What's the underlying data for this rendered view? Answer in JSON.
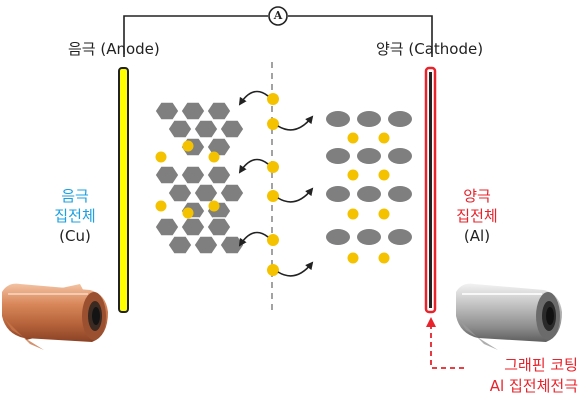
{
  "ammeter": {
    "symbol": "A"
  },
  "anode": {
    "label": "음극 (Anode)",
    "collector": {
      "line1": "음극",
      "line2": "집전체",
      "line3": "(Cu)"
    }
  },
  "cathode": {
    "label": "양극 (Cathode)",
    "collector": {
      "line1": "양극",
      "line2": "집전체",
      "line3": "(Al)"
    }
  },
  "annotation": {
    "line1": "그래핀 코팅",
    "line2": "Al 집전체전극"
  },
  "colors": {
    "anode_electrode": "#ffff00",
    "cathode_electrode": "#e8232b",
    "anode_text": "#1ba1e2",
    "cathode_text": "#e8232b",
    "lithium_ion": "#f5c200",
    "particle": "#7f7f7f"
  },
  "icons": [
    "copper-foil-roll-icon",
    "aluminum-foil-roll-icon",
    "hexagon-graphite-icon",
    "ellipse-cathode-particle-icon",
    "lithium-ion-icon",
    "curved-arrow-icon"
  ]
}
